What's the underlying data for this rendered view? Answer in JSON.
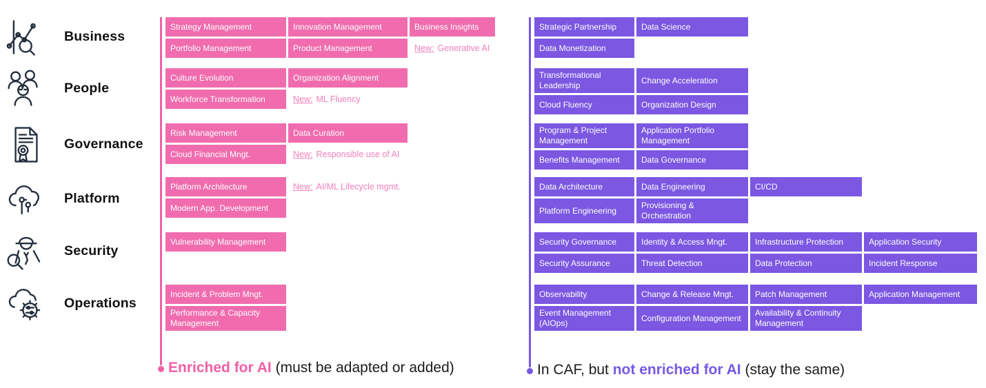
{
  "colors": {
    "enriched_pink": "#F06CAE",
    "new_text_pink": "#F07FBC",
    "caf_purple": "#7B57E2",
    "legend_pink": "#F15FA6",
    "legend_purple": "#7659E4",
    "icon_ink": "#232F3E",
    "label_ink": "#111111"
  },
  "legend": {
    "enriched": {
      "highlight": "Enriched for AI",
      "suffix": " (must be adapted or added)"
    },
    "caf": {
      "prefix": "In CAF, but ",
      "highlight": "not enriched for AI",
      "suffix": " (stay the same)"
    }
  },
  "perspectives": [
    {
      "label": "Business",
      "icon": "chart-magnifier-icon",
      "enriched": [
        [
          {
            "type": "box",
            "label": "Strategy Management"
          },
          {
            "type": "box",
            "label": "Innovation Management"
          },
          {
            "type": "box",
            "label": "Business Insights"
          }
        ],
        [
          {
            "type": "box",
            "label": "Portfolio Management"
          },
          {
            "type": "box",
            "label": "Product Management"
          },
          {
            "type": "new",
            "prefix": "New:",
            "label": "Generative AI"
          }
        ]
      ],
      "caf": [
        [
          {
            "type": "box",
            "label": "Strategic Partnership"
          },
          {
            "type": "box",
            "label": "Data Science"
          }
        ],
        [
          {
            "type": "box",
            "label": "Data Monetization"
          }
        ]
      ]
    },
    {
      "label": "People",
      "icon": "people-group-icon",
      "enriched": [
        [
          {
            "type": "box",
            "label": "Culture Evolution"
          },
          {
            "type": "box",
            "label": "Organization Alignment"
          }
        ],
        [
          {
            "type": "box",
            "label": "Workforce Transformation"
          },
          {
            "type": "new",
            "prefix": "New:",
            "label": "ML Fluency"
          }
        ]
      ],
      "caf": [
        [
          {
            "type": "box",
            "label": "Transformational Leadership"
          },
          {
            "type": "box",
            "label": "Change Acceleration"
          }
        ],
        [
          {
            "type": "box",
            "label": "Cloud Fluency"
          },
          {
            "type": "box",
            "label": "Organization Design"
          }
        ]
      ]
    },
    {
      "label": "Governance",
      "icon": "certificate-document-icon",
      "enriched": [
        [
          {
            "type": "box",
            "label": "Risk Management"
          },
          {
            "type": "box",
            "label": "Data Curation"
          }
        ],
        [
          {
            "type": "box",
            "label": "Cloud Financial Mngt."
          },
          {
            "type": "new",
            "prefix": "New:",
            "label": "Responsible use of AI"
          }
        ]
      ],
      "caf": [
        [
          {
            "type": "box",
            "label": "Program & Project Management"
          },
          {
            "type": "box",
            "label": "Application Portfolio Management"
          }
        ],
        [
          {
            "type": "box",
            "label": "Benefits Management"
          },
          {
            "type": "box",
            "label": "Data Governance"
          }
        ]
      ]
    },
    {
      "label": "Platform",
      "icon": "cloud-platform-icon",
      "enriched": [
        [
          {
            "type": "box",
            "label": "Platform Architecture"
          },
          {
            "type": "new",
            "prefix": "New:",
            "label": "AI/ML Lifecycle mgmt."
          }
        ],
        [
          {
            "type": "box",
            "label": "Modern App. Development"
          }
        ]
      ],
      "caf": [
        [
          {
            "type": "box",
            "label": "Data Architecture"
          },
          {
            "type": "box",
            "label": "Data Engineering"
          },
          {
            "type": "box",
            "label": "CI/CD"
          }
        ],
        [
          {
            "type": "box",
            "label": "Platform Engineering"
          },
          {
            "type": "box",
            "label": "Provisioning & Orchestration"
          }
        ]
      ]
    },
    {
      "label": "Security",
      "icon": "spy-magnifier-icon",
      "enriched": [
        [
          {
            "type": "box",
            "label": "Vulnerability Management"
          }
        ]
      ],
      "caf": [
        [
          {
            "type": "box",
            "label": "Security Governance"
          },
          {
            "type": "box",
            "label": "Identity & Access Mngt."
          },
          {
            "type": "box",
            "label": "Infrastructure Protection"
          },
          {
            "type": "box",
            "label": "Application Security"
          }
        ],
        [
          {
            "type": "box",
            "label": "Security Assurance"
          },
          {
            "type": "box",
            "label": "Threat Detection"
          },
          {
            "type": "box",
            "label": "Data Protection"
          },
          {
            "type": "box",
            "label": "Incident Response"
          }
        ]
      ]
    },
    {
      "label": "Operations",
      "icon": "cloud-gear-icon",
      "enriched": [
        [
          {
            "type": "box",
            "label": "Incident & Problem Mngt."
          }
        ],
        [
          {
            "type": "box",
            "label": "Performance & Capacity Management"
          }
        ]
      ],
      "caf": [
        [
          {
            "type": "box",
            "label": "Observability"
          },
          {
            "type": "box",
            "label": "Change & Release Mngt."
          },
          {
            "type": "box",
            "label": "Patch Management"
          },
          {
            "type": "box",
            "label": "Application Management"
          }
        ],
        [
          {
            "type": "box",
            "label": "Event Management (AIOps)"
          },
          {
            "type": "box",
            "label": "Configuration Management"
          },
          {
            "type": "box",
            "label": "Availability & Continuity Management"
          }
        ]
      ]
    }
  ]
}
